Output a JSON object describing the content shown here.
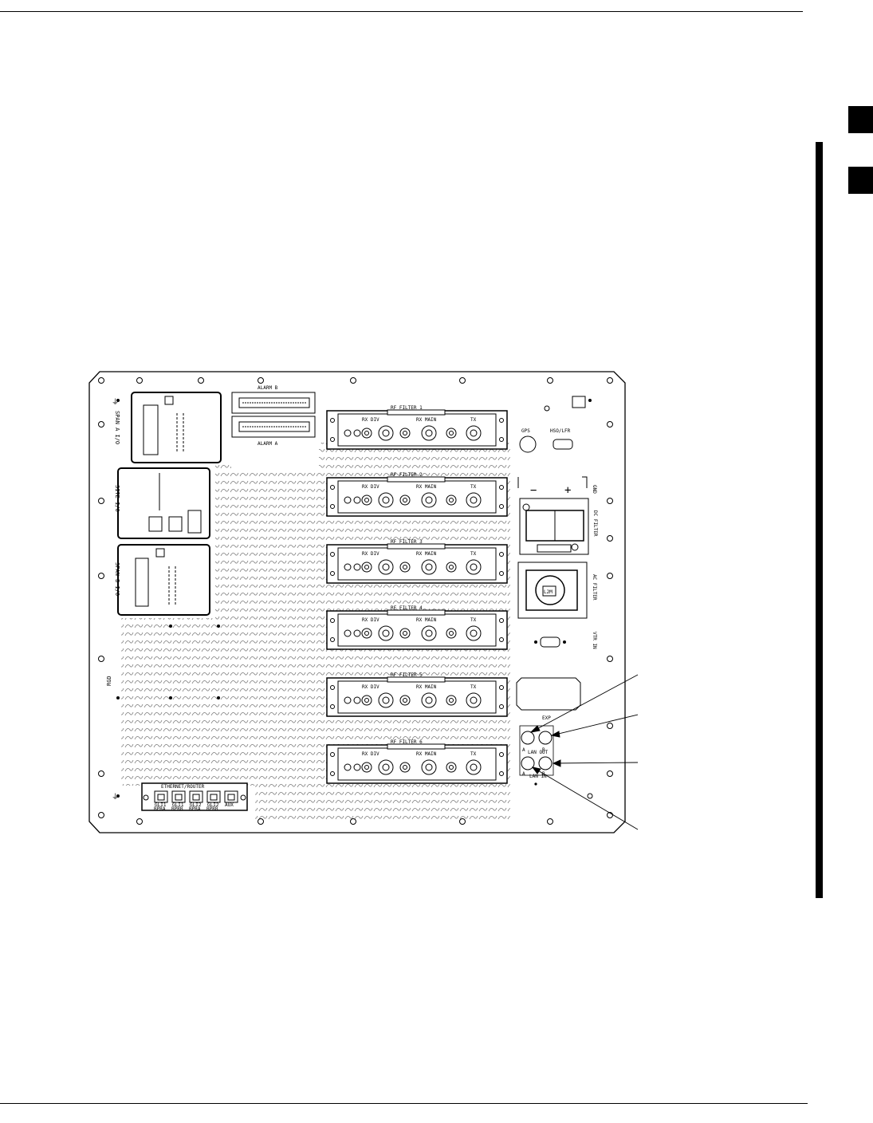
{
  "panel": {
    "alarm_b": "ALARM B",
    "alarm_a": "ALARM A",
    "span_a": "SPAN A I/O",
    "site_io": "SITE I/O",
    "span_b": "SPAN B I/O",
    "rgd": "RGD",
    "gps": "GPS",
    "hso_lfr": "HSO/LFR",
    "gnd": "GND",
    "dc_filter": "DC FILTER",
    "ac_filter": "AC FILTER",
    "vtr_in": "VTR IN",
    "exp": "EXP",
    "lan_out": "LAN OUT",
    "lan_in": "LAN IN",
    "lan_a1": "A",
    "lan_b1": "B",
    "lan_a2": "A",
    "lan_b2": "B",
    "minus": "−",
    "plus": "+",
    "breaker": "L2M",
    "ethernet_router": "ETHERNET/ROUTER",
    "ethernet_ports": [
      "GLI1",
      "GLI1",
      "GLI2",
      "GLI2",
      "AUX"
    ],
    "ethernet_sub": [
      "BPRA",
      "BPRB",
      "BPRA",
      "BPRB",
      ""
    ],
    "rf_filters": [
      {
        "label": "RF FILTER 1",
        "rx_div": "RX DIV",
        "rx_main": "RX MAIN",
        "tx": "TX"
      },
      {
        "label": "RF FILTER 2",
        "rx_div": "RX DIV",
        "rx_main": "RX MAIN",
        "tx": "TX"
      },
      {
        "label": "RF FILTER 3",
        "rx_div": "RX DIV",
        "rx_main": "RX MAIN",
        "tx": "TX"
      },
      {
        "label": "RF FILTER 4",
        "rx_div": "RX DIV",
        "rx_main": "RX MAIN",
        "tx": "TX"
      },
      {
        "label": "RF FILTER 5",
        "rx_div": "RX DIV",
        "rx_main": "RX MAIN",
        "tx": "TX"
      },
      {
        "label": "RF FILTER 6",
        "rx_div": "RX DIV",
        "rx_main": "RX MAIN",
        "tx": "TX"
      }
    ]
  }
}
